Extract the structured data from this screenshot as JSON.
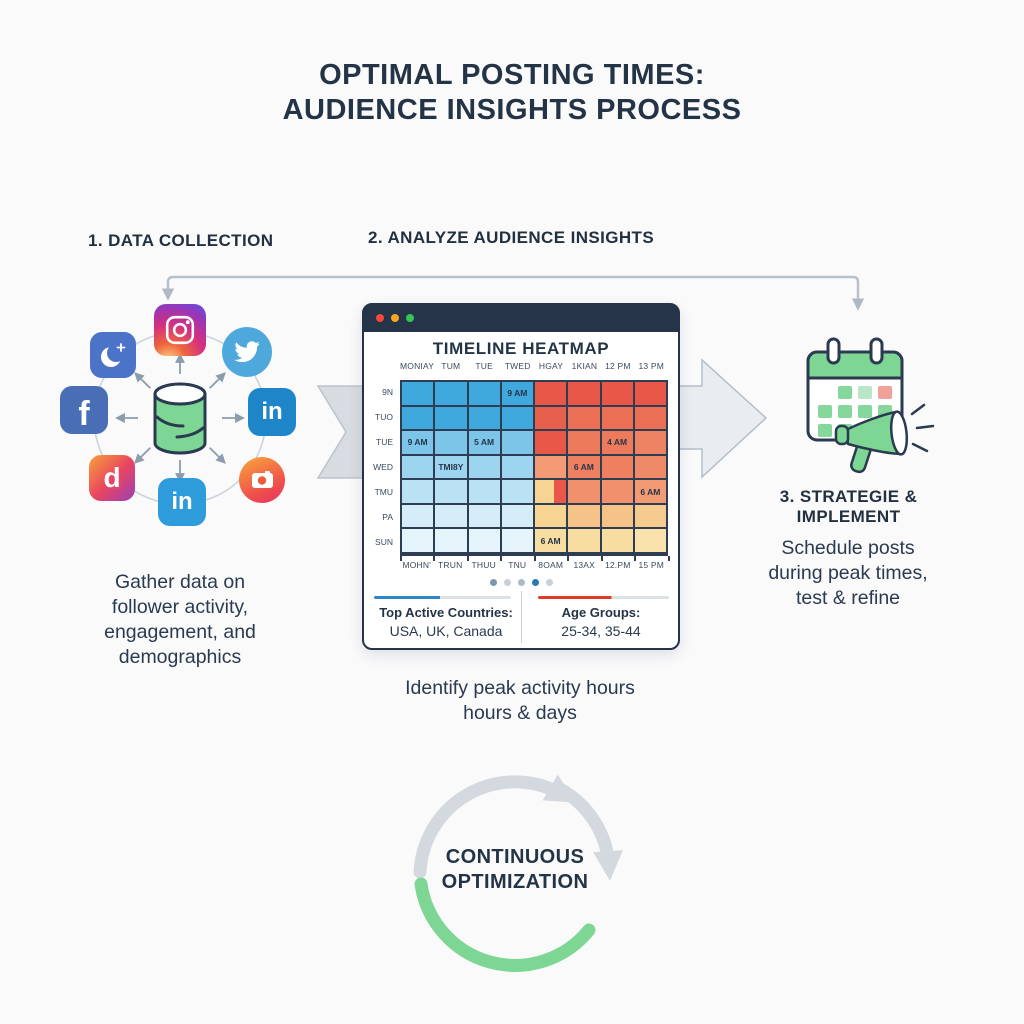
{
  "title": "OPTIMAL POSTING TIMES:\nAUDIENCE INSIGHTS PROCESS",
  "steps": [
    {
      "label": "1. DATA COLLECTION",
      "caption": "Gather data on\nfollower activity,\nengagement, and\ndemographics"
    },
    {
      "label": "2. ANALYZE AUDIENCE INSIGHTS",
      "caption": "Identify peak activity hours\nhours & days"
    },
    {
      "label": "3. STRATEGIE & IMPLEMENT",
      "caption": "Schedule posts\nduring peak times,\ntest & refine"
    }
  ],
  "data_collection": {
    "facebook_glyph": "f",
    "linkedin_glyph": "in",
    "linkedin_bottom_glyph": "in",
    "tiktok_glyph": "d",
    "icon_names": [
      "night-mode",
      "instagram",
      "twitter",
      "facebook",
      "linkedin",
      "tiktok",
      "camera",
      "linkedin-bottom",
      "database"
    ]
  },
  "window": {
    "title": "TIMELINE HEATMAP",
    "traffic_lights": [
      "#F4493C",
      "#F5A623",
      "#36C452"
    ],
    "pagination_dots": [
      "#7E96AA",
      "#C7D1D9",
      "#A9BCC9",
      "#2878B5",
      "#C7D1D9"
    ],
    "footer": {
      "left_label": "Top Active Countries:",
      "left_value": "USA, UK, Canada",
      "right_label": "Age Groups:",
      "right_value": "25-34, 35-44"
    }
  },
  "cycle_label": "CONTINUOUS\nOPTIMIZATION",
  "chart_data": {
    "type": "heatmap",
    "title": "TIMELINE HEATMAP",
    "x_labels_top": [
      "MONIAY",
      "TUM",
      "TUE",
      "TWED",
      "HGAY",
      "1KIAN",
      "12 PM",
      "13 PM"
    ],
    "x_labels_bottom": [
      "MOHN'",
      "TRUN",
      "THUU",
      "TNU",
      "8OAM",
      "13AX",
      "12.PM",
      "15 PM"
    ],
    "y_labels": [
      "9N",
      "TUO",
      "TUE",
      "WED",
      "TMU",
      "PA",
      "SUN"
    ],
    "cell_text": [
      [
        "",
        "",
        "",
        "9 AM",
        "",
        "",
        "",
        ""
      ],
      [
        "",
        "",
        "",
        "",
        "",
        "",
        "",
        ""
      ],
      [
        "9 AM",
        "",
        "5 AM",
        "",
        "",
        "",
        "4 AM",
        ""
      ],
      [
        "",
        "TMI8Y",
        "",
        "",
        "",
        "6 AM",
        "",
        ""
      ],
      [
        "",
        "",
        "",
        "",
        "",
        "",
        "",
        "6 AM"
      ],
      [
        "",
        "",
        "",
        "",
        "",
        "",
        "",
        ""
      ],
      [
        "",
        "",
        "",
        "",
        "6 AM",
        "",
        "",
        ""
      ]
    ],
    "cell_colors": [
      [
        "#3FA9DE",
        "#3FA9DE",
        "#3FA9DE",
        "#3FA9DE",
        "#E85747",
        "#E85747",
        "#E85747",
        "#E85747"
      ],
      [
        "#3FA9DE",
        "#3FA9DE",
        "#3FA9DE",
        "#3FA9DE",
        "#E6604C",
        "#EB6F55",
        "#EB6F55",
        "#EB6F55"
      ],
      [
        "#7CC5E9",
        "#7CC5E9",
        "#7CC5E9",
        "#7CC5E9",
        "#E85747",
        "#ED7A5B",
        "#ED7A5B",
        "#EE8363"
      ],
      [
        "#9DD4EF",
        "#9DD4EF",
        "#9DD4EF",
        "#9DD4EF",
        "#F29B74",
        "#EE8060",
        "#EE8060",
        "#EF8A68"
      ],
      [
        "#BBE1F4",
        "#BBE1F4",
        "#BBE1F4",
        "#BBE1F4",
        "linear-gradient(90deg,#F7D492 62%,#E85747 62%)",
        "#F0906C",
        "#F0906C",
        "#F19A74"
      ],
      [
        "#D4EDF8",
        "#D4EDF8",
        "#D4EDF8",
        "#D4EDF8",
        "#F7D492",
        "#F5C288",
        "#F5C288",
        "#F6CB90"
      ],
      [
        "#E6F5FB",
        "#E6F5FB",
        "#E6F5FB",
        "#E6F5FB",
        "#F8DDA0",
        "#F8DDA0",
        "#F8DDA0",
        "#F9E2AC"
      ]
    ],
    "annotations": {
      "top_active_countries": "USA, UK, Canada",
      "age_groups": "25-34, 35-44"
    }
  },
  "colors": {
    "accent_green": "#7ED694",
    "navy": "#253449",
    "arrow_gray": "#D4D9DF",
    "heat_blue": "#3FA9DE",
    "heat_red": "#E85747"
  }
}
